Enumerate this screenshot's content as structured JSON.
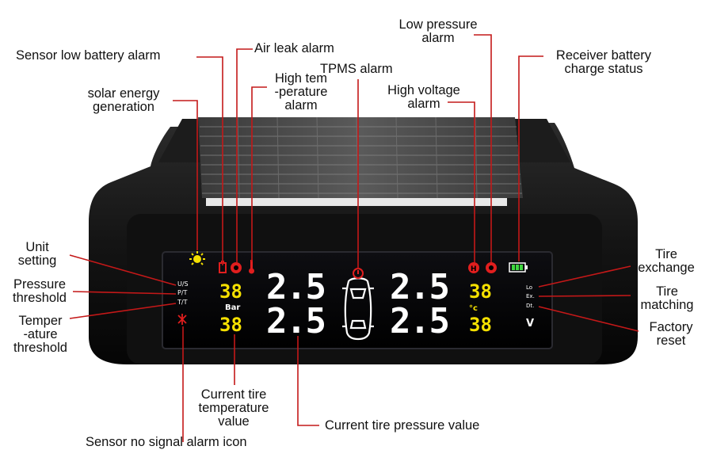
{
  "labels": {
    "sensor_low_battery": "Sensor low battery alarm",
    "air_leak": "Air leak alarm",
    "low_pressure": "Low pressure\nalarm",
    "tpms_alarm": "TPMS alarm",
    "receiver_battery": "Receiver battery\ncharge status",
    "high_temp": "High tem\n-perature\nalarm",
    "solar": "solar energy\ngeneration",
    "high_voltage": "High voltage\nalarm",
    "unit_setting": "Unit\nsetting",
    "pressure_threshold": "Pressure\nthreshold",
    "temperature_threshold": "Temper\n-ature\nthreshold",
    "tire_exchange": "Tire\nexchange",
    "tire_matching": "Tire\nmatching",
    "factory_reset": "Factory\nreset",
    "current_temp": "Current tire\ntemperature\nvalue",
    "current_pressure": "Current tire pressure value",
    "no_signal": "Sensor no signal alarm icon"
  },
  "display": {
    "menu_left": [
      "U/S",
      "P/T",
      "T/T"
    ],
    "menu_right": [
      "Lo",
      "Ex.",
      "Dt."
    ],
    "unit_pressure": "Bar",
    "unit_temp": "°c",
    "temp_top_left": "38",
    "temp_bottom_left": "38",
    "temp_top_right": "38",
    "temp_bottom_right": "38",
    "pressure_front_left": "2.5",
    "pressure_rear_left": "2.5",
    "pressure_front_right": "2.5",
    "pressure_rear_right": "2.5",
    "voltage_unit": "V"
  },
  "colors": {
    "leader_line": "#c41818",
    "lcd_digit": "#ffffff",
    "lcd_yellow": "#f5e000",
    "lcd_red": "#e11e1e",
    "lcd_green": "#3fd63f",
    "device_body": "#151515"
  },
  "icons": [
    "sun-icon",
    "battery-low-icon",
    "air-leak-icon",
    "thermometer-icon",
    "tpms-icon",
    "car-icon",
    "high-voltage-icon",
    "low-pressure-icon",
    "battery-icon",
    "no-signal-icon"
  ]
}
